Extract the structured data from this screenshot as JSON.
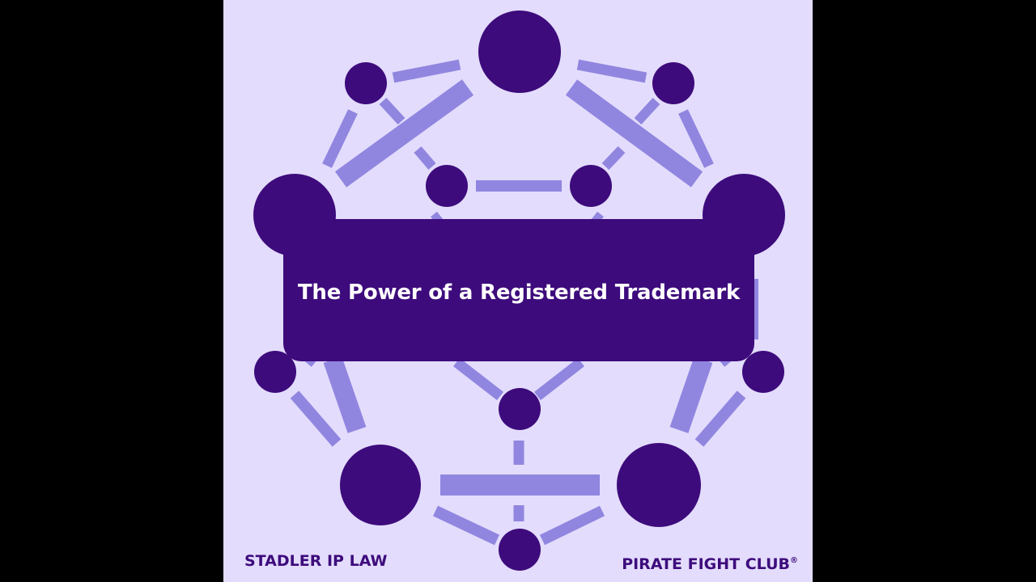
{
  "colors": {
    "background_outer": "#000000",
    "background_panel": "#e3dcfc",
    "node": "#3d0b7c",
    "connector": "#9086e0",
    "title_text": "#ffffff"
  },
  "banner": {
    "title": "The Power of a Registered Trademark"
  },
  "footer": {
    "left_brand": "STADLER IP LAW",
    "right_brand": "PIRATE FIGHT CLUB",
    "right_mark": "®"
  }
}
